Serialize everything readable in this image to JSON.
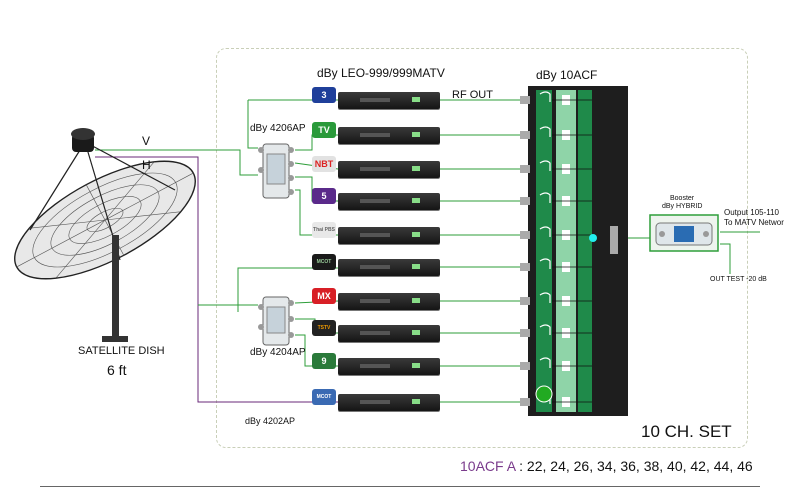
{
  "title": "dBy LEO-999/999MATV",
  "rf_out": "RF OUT",
  "combiner_label": "dBy 10ACF",
  "splitters": {
    "top": "dBy 4206AP",
    "bottom": "dBy 4204AP",
    "single": "dBy 4202AP"
  },
  "lnb_outputs": {
    "v": "V",
    "h": "H"
  },
  "dish": {
    "label": "SATELLITE DISH",
    "size": "6 ft"
  },
  "booster": {
    "line1": "Booster",
    "line2": "dBy HYBRID"
  },
  "output": {
    "line1": "Output 105-110",
    "line2": "To MATV Networ",
    "test": "OUT TEST -20 dB"
  },
  "set_label": "10 CH. SET",
  "footer": {
    "prefix": "10ACF A",
    "channels": ": 22, 24, 26, 34, 36, 38, 40, 42, 44, 46"
  },
  "channel_logos": [
    "3",
    "TV",
    "NBT",
    "5",
    "Thai PBS",
    "MCOT",
    "MX",
    "TSTV",
    "9",
    "MCOT"
  ],
  "colors": {
    "wire_green": "#2e9e3a",
    "wire_purple": "#6a2a7a",
    "combiner_green": "#1f8a4a",
    "receiver_body": "#1c1c1c",
    "footer_prefix": "#7a3b8c"
  }
}
